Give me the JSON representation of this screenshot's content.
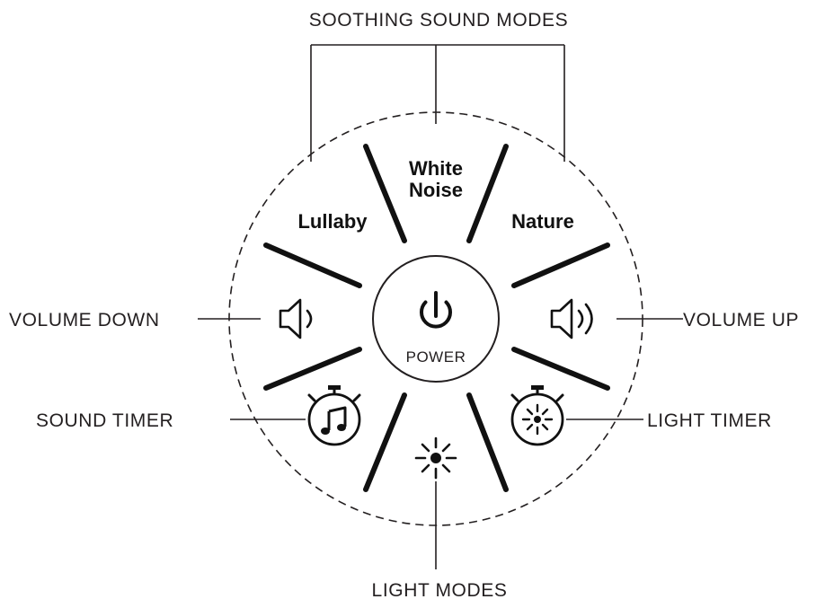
{
  "callouts": {
    "soothing_sound_modes": "SOOTHING SOUND MODES",
    "volume_down": "VOLUME DOWN",
    "volume_up": "VOLUME UP",
    "sound_timer": "SOUND TIMER",
    "light_timer": "LIGHT TIMER",
    "light_modes": "LIGHT MODES"
  },
  "modes": {
    "lullaby": "Lullaby",
    "white_noise_line1": "White",
    "white_noise_line2": "Noise",
    "nature": "Nature"
  },
  "power": {
    "label": "POWER"
  },
  "icons": {
    "volume_down": "speaker-low-icon",
    "volume_up": "speaker-high-icon",
    "sound_timer": "stopwatch-music-note-icon",
    "light_timer": "stopwatch-sun-icon",
    "light_modes": "sun-icon",
    "power": "power-icon"
  }
}
